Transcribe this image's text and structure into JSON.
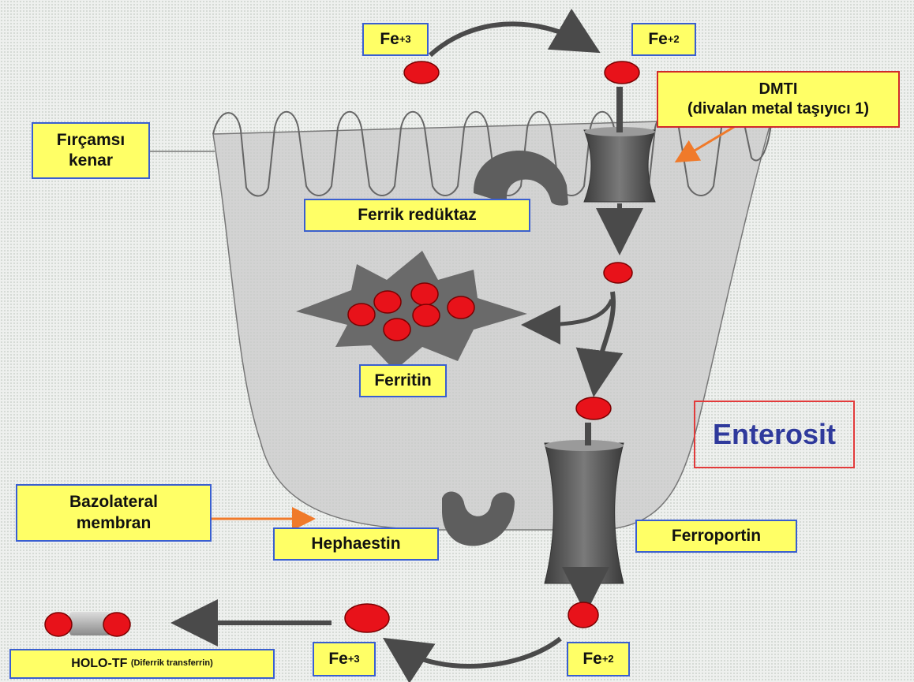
{
  "labels": {
    "fe_top_left": {
      "base": "Fe",
      "sup": "+3"
    },
    "fe_top_right": {
      "base": "Fe",
      "sup": "+2"
    },
    "fe_bottom_left": {
      "base": "Fe",
      "sup": "+3"
    },
    "fe_bottom_right": {
      "base": "Fe",
      "sup": "+2"
    },
    "dmti_title": "DMTI",
    "dmti_subtitle": "(divalan metal taşıyıcı 1)",
    "fircamsi_line1": "Fırçamsı",
    "fircamsi_line2": "kenar",
    "ferrik_reduktaz": "Ferrik redüktaz",
    "ferritin": "Ferritin",
    "enterosit": "Enterosit",
    "bazolateral_line1": "Bazolateral",
    "bazolateral_line2": "membran",
    "hephaestin": "Hephaestin",
    "ferroportin": "Ferroportin",
    "holo_tf_main": "HOLO-TF",
    "holo_tf_sub": "(Diferrik transferrin)"
  },
  "colors": {
    "iron_red": "#e8121a",
    "label_fill": "#ffff66",
    "label_border_blue": "#3a5fd0",
    "label_border_red": "#d12a2a",
    "arrow_orange": "#f07a2a",
    "enterosit_text": "#2f3a9c"
  }
}
